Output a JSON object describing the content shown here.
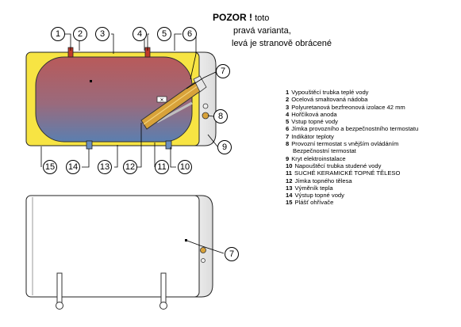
{
  "note": {
    "title": "POZOR !",
    "line1_rest": "toto",
    "line2": "pravá varianta,",
    "line3": "levá je stranově obrácené"
  },
  "callouts": [
    "1",
    "2",
    "3",
    "4",
    "5",
    "6",
    "7",
    "8",
    "9",
    "10",
    "11",
    "12",
    "13",
    "14",
    "15",
    "7"
  ],
  "legend": [
    {
      "num": "1",
      "text": "Vypouštěcí trubka teplé vody"
    },
    {
      "num": "2",
      "text": "Ocelová smaltovaná nádoba"
    },
    {
      "num": "3",
      "text": "Polyuretanová bezfreonová izolace 42 mm"
    },
    {
      "num": "4",
      "text": "Hořčíková anoda"
    },
    {
      "num": "5",
      "text": "Vstup topné vody"
    },
    {
      "num": "6",
      "text": "Jímka provozního a bezpečnostního termostatu"
    },
    {
      "num": "7",
      "text": "Indikátor teploty"
    },
    {
      "num": "8",
      "text": "Provozní termostat s vnějším ovládáním"
    },
    {
      "num": "",
      "text": "Bezpečnostní termostat"
    },
    {
      "num": "9",
      "text": "Kryt elektroinstalace"
    },
    {
      "num": "10",
      "text": "Napouštěcí trubka studené vody"
    },
    {
      "num": "11",
      "text": "SUCHÉ KERAMICKÉ TOPNÉ TĚLESO"
    },
    {
      "num": "12",
      "text": "Jímka topného tělesa"
    },
    {
      "num": "13",
      "text": "Výměník tepla"
    },
    {
      "num": "14",
      "text": "Výstup topné vody"
    },
    {
      "num": "15",
      "text": "Plášť ohřívače"
    }
  ],
  "colors": {
    "insulation": "#f7e443",
    "tank_top": "#b85a5a",
    "tank_bottom": "#5b7fb0",
    "heater": "#d8a23a",
    "casing": "#ededed",
    "outline": "#222222"
  }
}
